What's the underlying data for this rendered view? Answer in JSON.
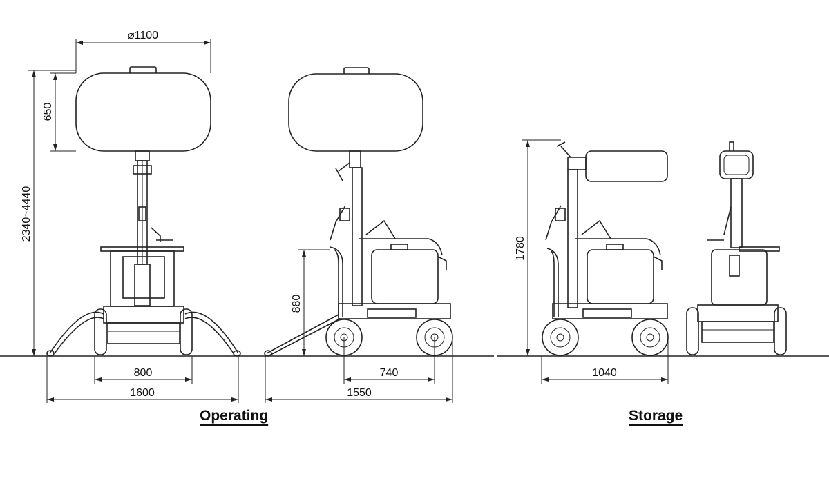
{
  "views": {
    "operating_label": "Operating",
    "storage_label": "Storage"
  },
  "dimensions": {
    "dia_head": "⌀1100",
    "head_height": "650",
    "total_height": "2340~4440",
    "wheel_track": "800",
    "outrigger_span": "1600",
    "arm_height": "880",
    "wheelbase": "740",
    "side_length": "1550",
    "storage_height": "1780",
    "storage_length": "1040"
  }
}
